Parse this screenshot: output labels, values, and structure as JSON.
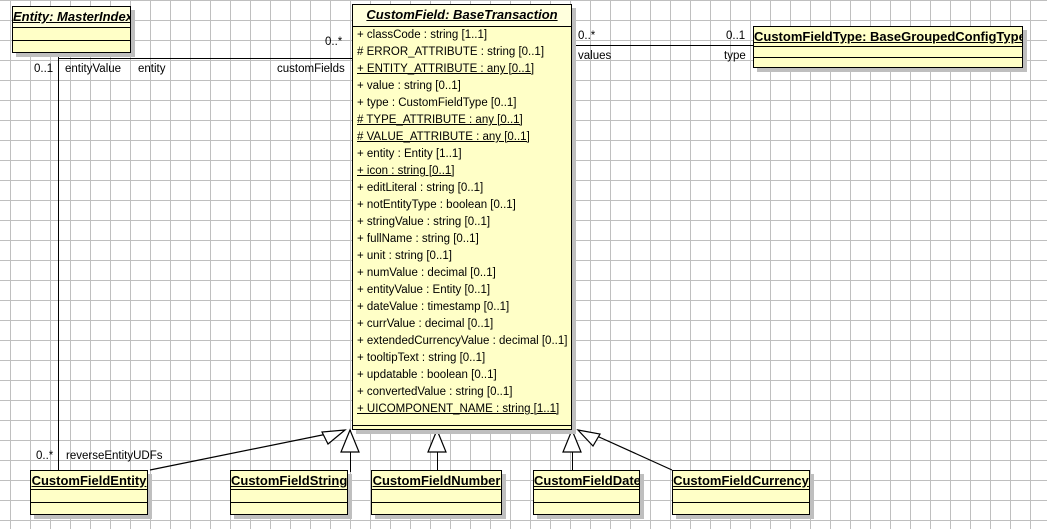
{
  "diagram": {
    "type": "uml-class-diagram",
    "background": "#ffffff",
    "grid_color": "#bfbfbf",
    "class_fill": "#ffffc7",
    "class_title_fill": "#ffffdd",
    "border_color": "#000000",
    "shadow_color": "#bfbfbf"
  },
  "classes": {
    "entity_master_index": {
      "name": "Entity: MasterIndex",
      "stereotype": "abstract"
    },
    "custom_field": {
      "name": "CustomField: BaseTransaction",
      "stereotype": "abstract",
      "attributes": [
        {
          "text": "+ classCode : string [1..1]",
          "static": false
        },
        {
          "text": "# ERROR_ATTRIBUTE : string [0..1]",
          "static": false
        },
        {
          "text": "+ ENTITY_ATTRIBUTE : any [0..1]",
          "static": true
        },
        {
          "text": "+ value : string [0..1]",
          "static": false
        },
        {
          "text": "+ type : CustomFieldType [0..1]",
          "static": false
        },
        {
          "text": "# TYPE_ATTRIBUTE : any [0..1]",
          "static": true
        },
        {
          "text": "# VALUE_ATTRIBUTE : any [0..1]",
          "static": true
        },
        {
          "text": "+ entity : Entity [1..1]",
          "static": false
        },
        {
          "text": "+ icon : string [0..1]",
          "static": true
        },
        {
          "text": "+ editLiteral : string [0..1]",
          "static": false
        },
        {
          "text": "+ notEntityType : boolean [0..1]",
          "static": false
        },
        {
          "text": "+ stringValue : string [0..1]",
          "static": false
        },
        {
          "text": "+ fullName : string [0..1]",
          "static": false
        },
        {
          "text": "+ unit : string [0..1]",
          "static": false
        },
        {
          "text": "+ numValue : decimal [0..1]",
          "static": false
        },
        {
          "text": "+ entityValue : Entity [0..1]",
          "static": false
        },
        {
          "text": "+ dateValue : timestamp [0..1]",
          "static": false
        },
        {
          "text": "+ currValue : decimal [0..1]",
          "static": false
        },
        {
          "text": "+ extendedCurrencyValue : decimal [0..1]",
          "static": false
        },
        {
          "text": "+ tooltipText : string [0..1]",
          "static": false
        },
        {
          "text": "+ updatable : boolean [0..1]",
          "static": false
        },
        {
          "text": "+ convertedValue : string [0..1]",
          "static": false
        },
        {
          "text": "+ UICOMPONENT_NAME : string [1..1]",
          "static": true
        }
      ]
    },
    "custom_field_type": {
      "name": "CustomFieldType: BaseGroupedConfigType",
      "stereotype": "plain"
    },
    "custom_field_entity": {
      "name": "CustomFieldEntity"
    },
    "custom_field_string": {
      "name": "CustomFieldString"
    },
    "custom_field_number": {
      "name": "CustomFieldNumber"
    },
    "custom_field_date": {
      "name": "CustomFieldDate"
    },
    "custom_field_currency": {
      "name": "CustomFieldCurrency"
    }
  },
  "associations": {
    "entity_to_customfield": {
      "source_multiplicity": "0..1",
      "source_role": "entityValue",
      "target_role": "entity",
      "far_role": "customFields",
      "far_multiplicity": "0..*"
    },
    "customfield_to_type": {
      "source_multiplicity": "0..*",
      "source_role": "values",
      "target_role": "type",
      "target_multiplicity": "0..1"
    },
    "reverse_entity_udfs": {
      "multiplicity": "0..*",
      "role": "reverseEntityUDFs"
    }
  }
}
